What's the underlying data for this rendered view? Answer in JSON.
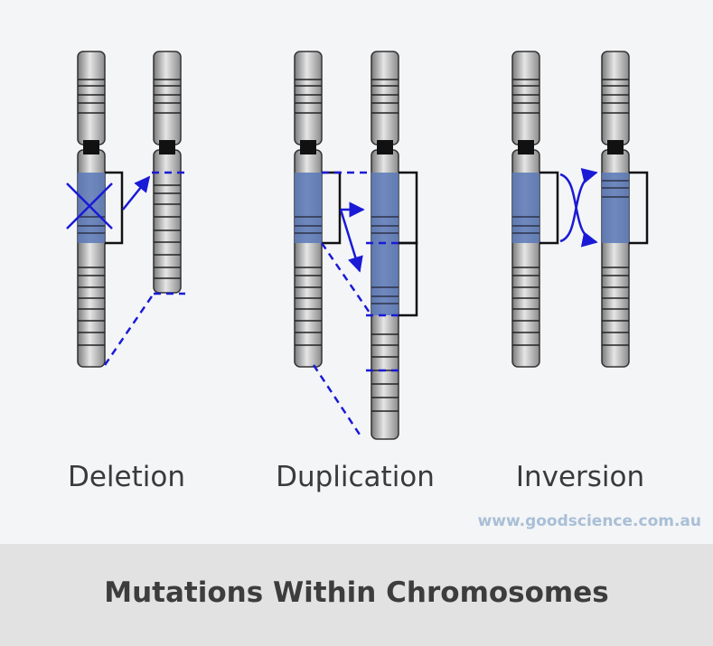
{
  "labels": {
    "deletion": "Deletion",
    "duplication": "Duplication",
    "inversion": "Inversion"
  },
  "website": "www.goodscience.com.au",
  "title": "Mutations Within Chromosomes",
  "colors": {
    "background": "#f4f5f7",
    "footer": "#e2e2e2",
    "chromosome": "#b8b8b8",
    "highlight": "#5b79b8",
    "arrow": "#1a1ad6",
    "website": "#a9bfd6"
  }
}
